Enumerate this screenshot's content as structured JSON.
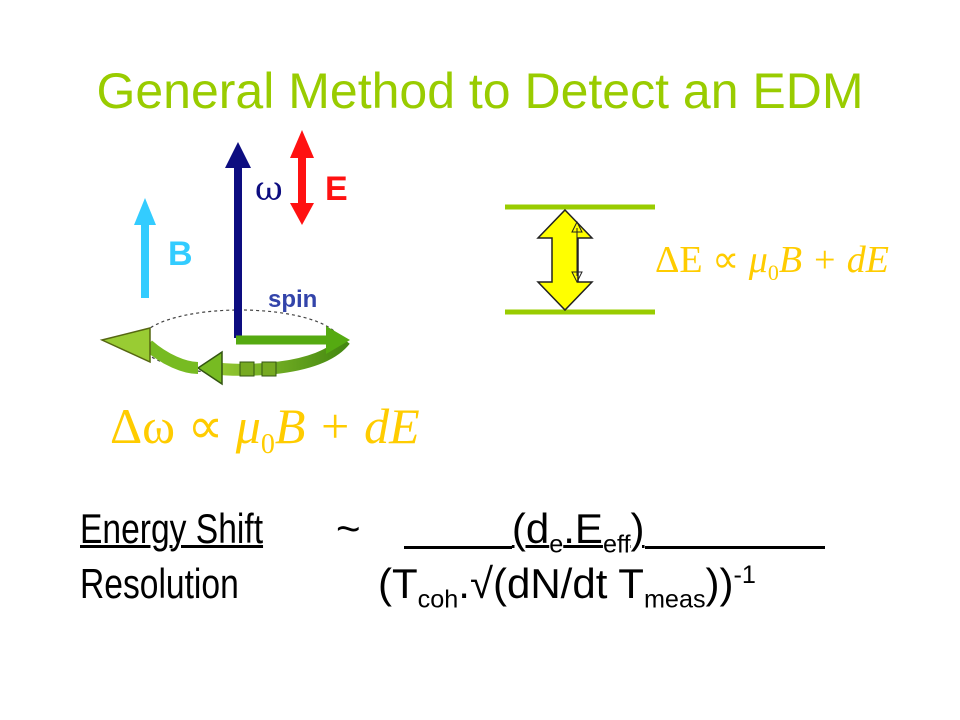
{
  "title": "General Method to Detect an EDM",
  "labels": {
    "omega": "ω",
    "E": "E",
    "B": "B",
    "spin": "spin"
  },
  "formulas": {
    "energy_splitting": {
      "prefix": "ΔE ∝ ",
      "mu": "μ",
      "mu_sub": "0",
      "rest": "B + dE"
    },
    "freq_shift": {
      "prefix": "Δω ∝ ",
      "mu": "μ",
      "mu_sub": "0",
      "rest": "B + dE"
    }
  },
  "energy_shift": {
    "label": "Energy Shift",
    "tilde": "~",
    "d": "(d",
    "d_sub": "e",
    "E": ".E",
    "E_sub": "eff",
    "close": ")"
  },
  "resolution": {
    "label": "Resolution",
    "open": "(T",
    "t_sub": "coh",
    "mid": ".√(dN/dt T",
    "meas_sub": "meas",
    "close": "))",
    "exp": "-1"
  },
  "colors": {
    "title": "#99cc00",
    "omega_arrow": "#0d0d80",
    "E_arrow": "#ff1111",
    "B_arrow": "#33ccff",
    "spin_arrow": "#55aa11",
    "rotation_arrow": "#66aa11",
    "levels": "#99cc00",
    "split_arrow": "#ffff00",
    "formula": "#ffcc00",
    "spin_label": "#3344aa"
  }
}
